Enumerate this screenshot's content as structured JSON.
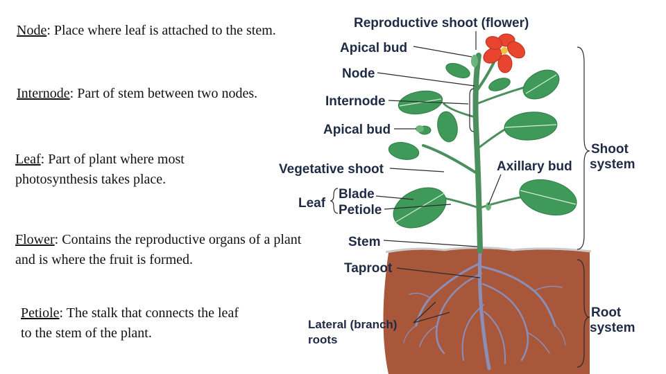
{
  "definitions": [
    {
      "term": "Node",
      "text": ":  Place where leaf is attached to the stem."
    },
    {
      "term": "Internode",
      "text": ":  Part of stem between two nodes."
    },
    {
      "term": "Leaf",
      "text": ":  Part of plant where most photosynthesis takes place."
    },
    {
      "term": "Flower",
      "text": ":  Contains the reproductive organs of a plant and is where the fruit is formed."
    },
    {
      "term": "Petiole",
      "text": ":  The stalk that connects the leaf to the stem of the plant."
    }
  ],
  "diagram": {
    "labels": {
      "reproductive_shoot": "Reproductive shoot (flower)",
      "apical_bud_top": "Apical bud",
      "node": "Node",
      "internode": "Internode",
      "apical_bud_side": "Apical bud",
      "vegetative_shoot": "Vegetative shoot",
      "axillary_bud": "Axillary bud",
      "leaf": "Leaf",
      "blade": "Blade",
      "petiole": "Petiole",
      "stem": "Stem",
      "taproot": "Taproot",
      "lateral_roots_1": "Lateral (branch)",
      "lateral_roots_2": "roots",
      "shoot_system_1": "Shoot",
      "shoot_system_2": "system",
      "root_system_1": "Root",
      "root_system_2": "system"
    },
    "colors": {
      "soil": "#a8573b",
      "leaf": "#3f9a5a",
      "leaf_vein": "#d6efd9",
      "stem": "#4a8f5c",
      "root": "#8b8fb8",
      "flower": "#e8452f",
      "label": "#1f2a44"
    }
  }
}
